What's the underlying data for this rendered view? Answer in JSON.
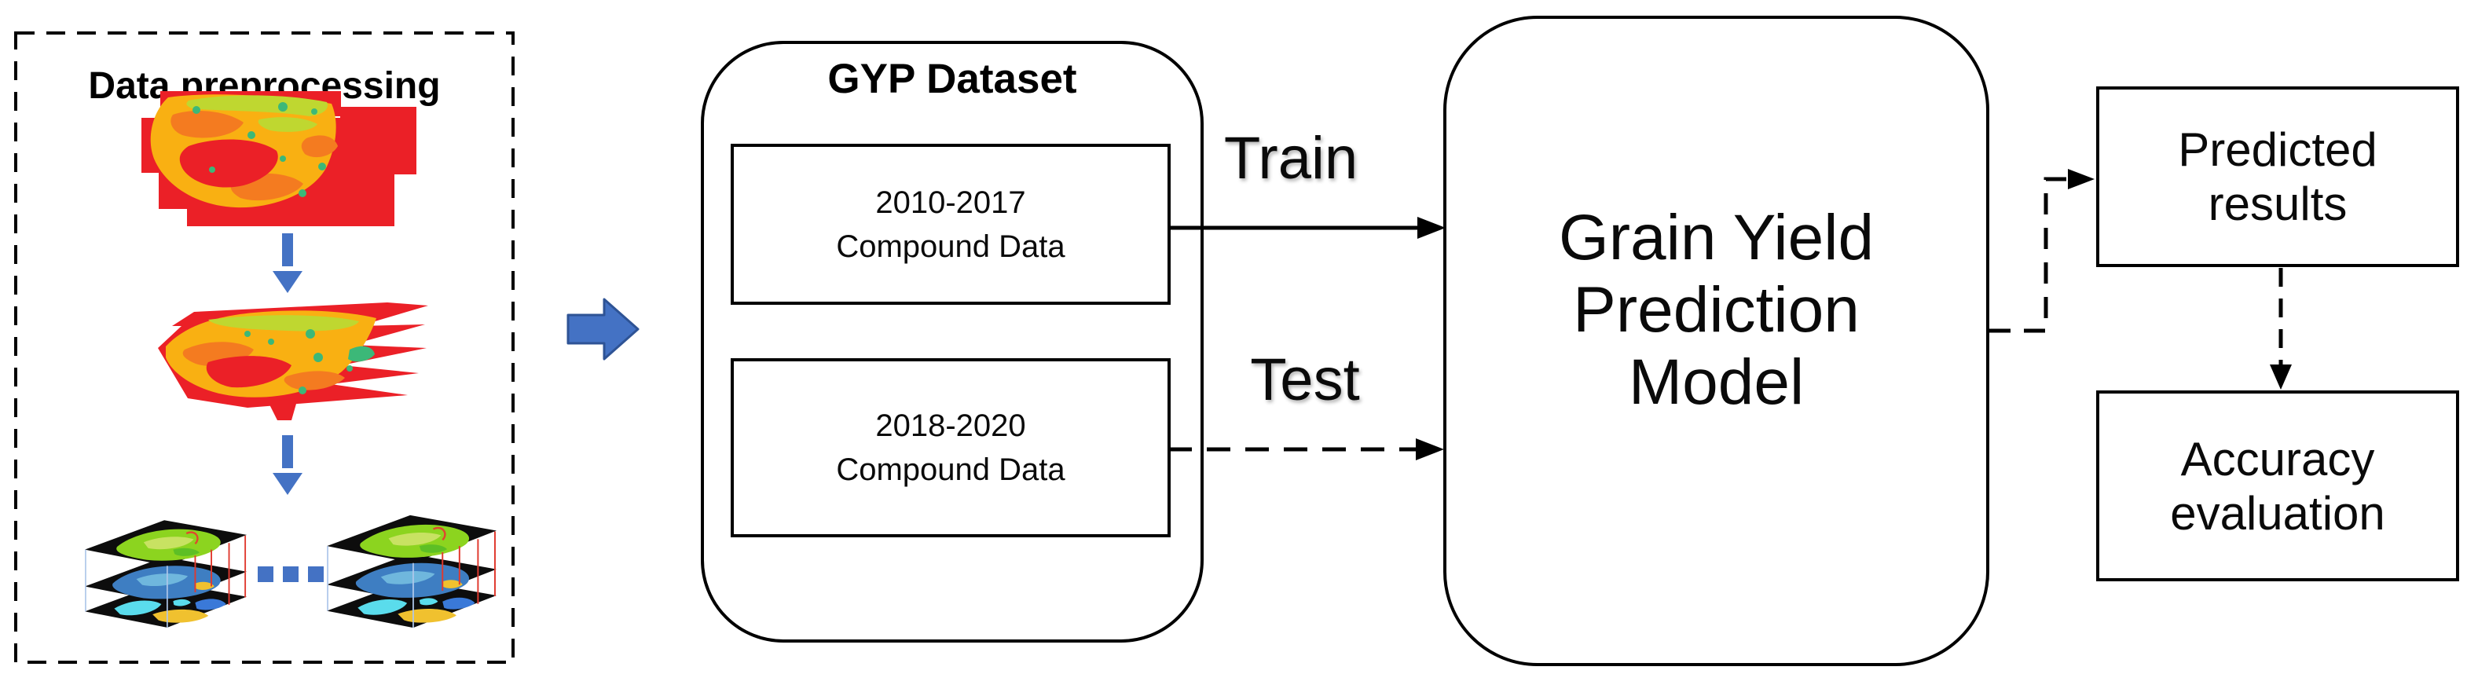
{
  "preprocessing": {
    "title": "Data preprocessing"
  },
  "dataset": {
    "title": "GYP Dataset",
    "train_data": {
      "period": "2010-2017",
      "type": "Compound Data"
    },
    "test_data": {
      "period": "2018-2020",
      "type": "Compound Data"
    }
  },
  "flows": {
    "train_label": "Train",
    "test_label": "Test"
  },
  "model": {
    "title_lines": [
      "Grain Yield",
      "Prediction",
      "Model"
    ]
  },
  "results": {
    "predicted": {
      "line1": "Predicted",
      "line2": "results"
    },
    "accuracy": {
      "line1": "Accuracy",
      "line2": "evaluation"
    }
  },
  "colors": {
    "accent_blue": "#4472C4",
    "arrow_outline_blue": "#2E5395",
    "line_black": "#000000",
    "map_red": "#EB2027",
    "map_orange": "#F47B20",
    "map_amber": "#F9B012",
    "map_yellow_green": "#BFD730",
    "map_green": "#3CB878",
    "layer_green": "#8CD41F",
    "layer_blue": "#3E7EC2",
    "layer_cyan": "#5ADCEC",
    "layer_yellow": "#F0C12F"
  }
}
